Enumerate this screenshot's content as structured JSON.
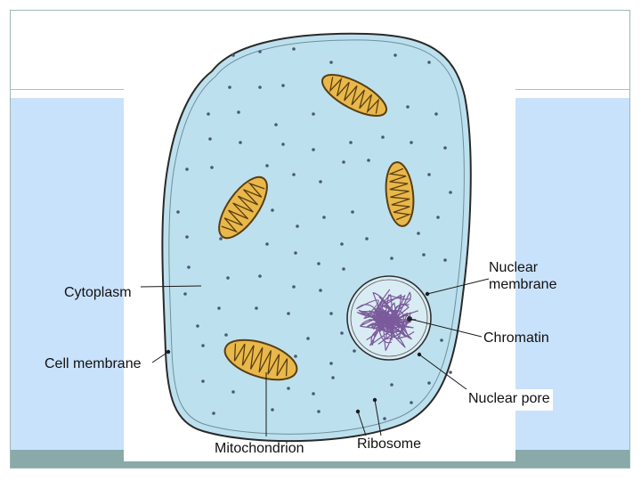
{
  "labels": {
    "nuclear_membrane": [
      "Nuclear",
      "membrane"
    ],
    "cytoplasm": "Cytoplasm",
    "chromatin": "Chromatin",
    "cell_membrane": "Cell membrane",
    "nuclear_pore": "Nuclear pore",
    "mitochondrion": "Mitochondrion",
    "ribosome": "Ribosome"
  },
  "colors": {
    "cytoplasm_fill": "#bde0ee",
    "mitochondrion_fill": "#e9b84a",
    "chromatin": "#7a5a9a",
    "frame_band": "#c9e2fb",
    "footer_bar": "#8aa9a9"
  }
}
